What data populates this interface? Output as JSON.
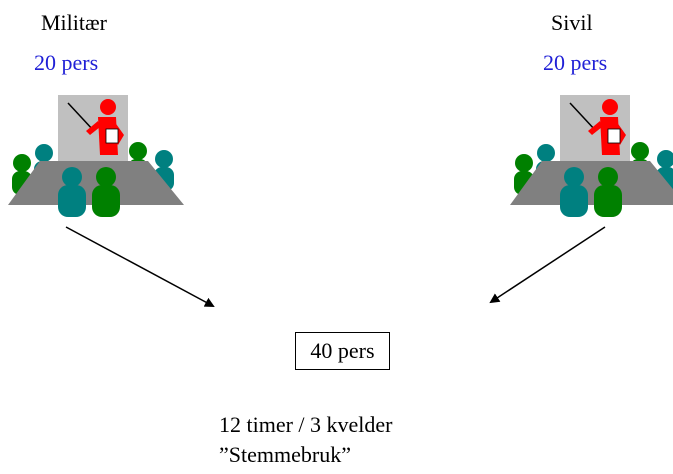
{
  "left_group": {
    "label": "Militær",
    "count": "20 pers"
  },
  "right_group": {
    "label": "Sivil",
    "count": "20 pers"
  },
  "total": {
    "count": "40 pers"
  },
  "course": {
    "schedule": "12 timer / 3 kvelder",
    "title": "”Stemmebruk”"
  },
  "icons": {
    "meeting": "presentation-meeting-icon"
  },
  "colors": {
    "accent_text": "#1f1fd6",
    "presenter": "#ff0000",
    "board": "#c0c0c0",
    "table": "#808080",
    "teal": "#008080",
    "green": "#008000"
  }
}
